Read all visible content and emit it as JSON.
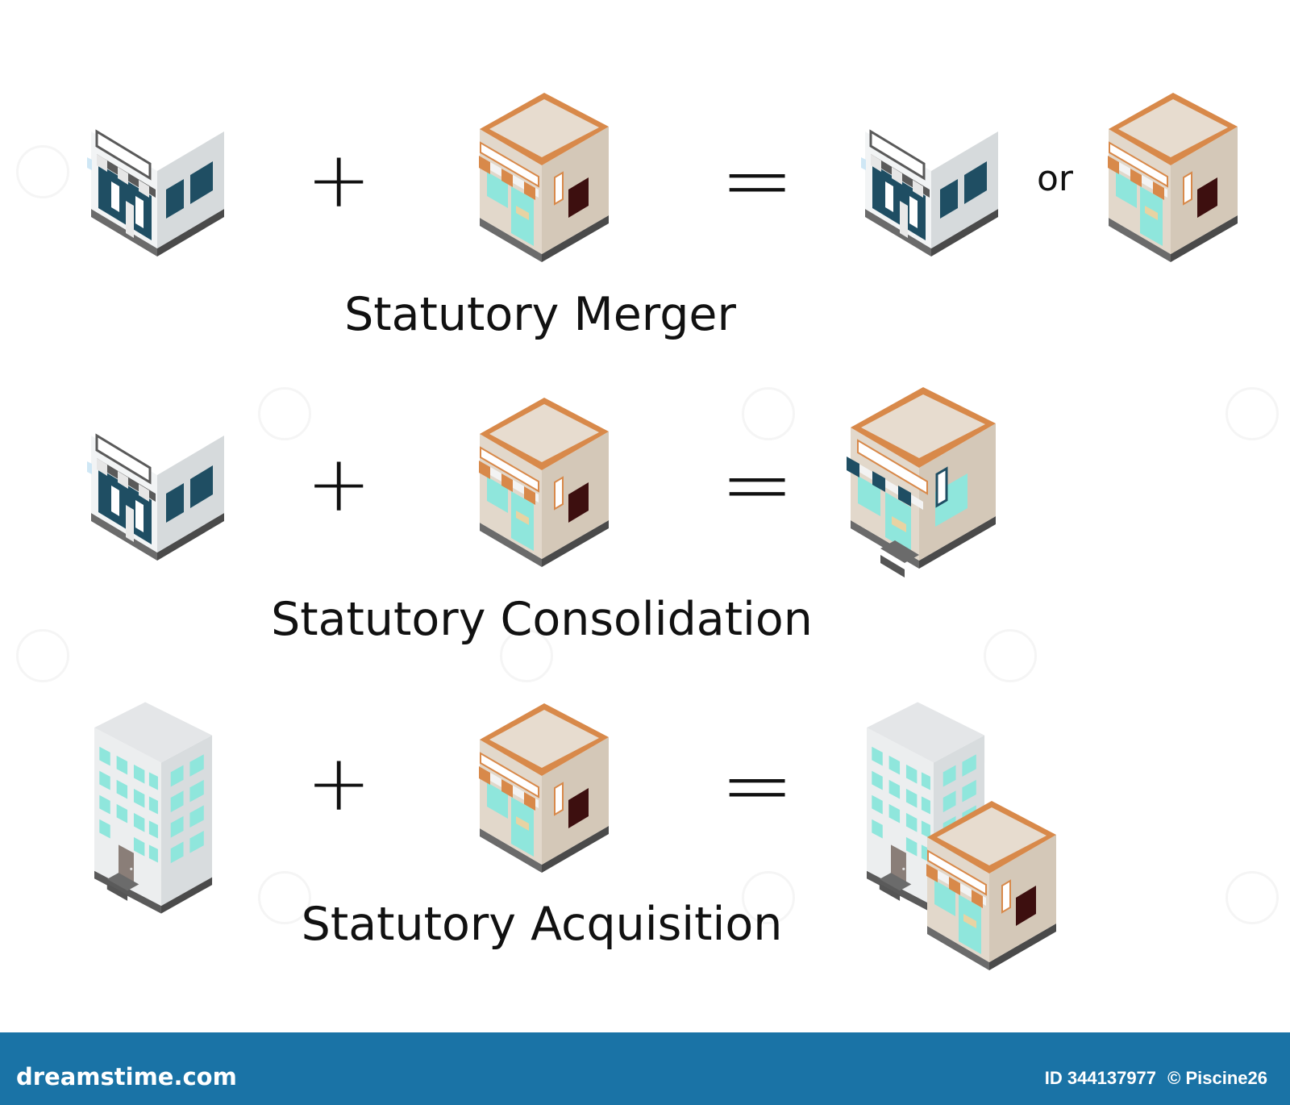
{
  "rows": [
    {
      "operator_plus": "+",
      "operator_equals": "=",
      "result_separator": "or",
      "label": "Statutory Merger"
    },
    {
      "operator_plus": "+",
      "operator_equals": "=",
      "label": "Statutory Consolidation"
    },
    {
      "operator_plus": "+",
      "operator_equals": "=",
      "label": "Statutory Acquisition"
    }
  ],
  "footer": {
    "brand": "dreamstime.com",
    "id_text": "ID 344137977",
    "copyright": "© Piscine26"
  },
  "icons": {
    "white_shop": "white-storefront-icon",
    "beige_shop": "beige-shop-icon",
    "tall_building": "office-building-icon",
    "merged_shop": "consolidated-shop-icon"
  },
  "colors": {
    "footer_bg": "#1a73a6",
    "awning_orange": "#d9894a",
    "awning_navy": "#1f4e63",
    "window_teal": "#8fe6dc"
  }
}
